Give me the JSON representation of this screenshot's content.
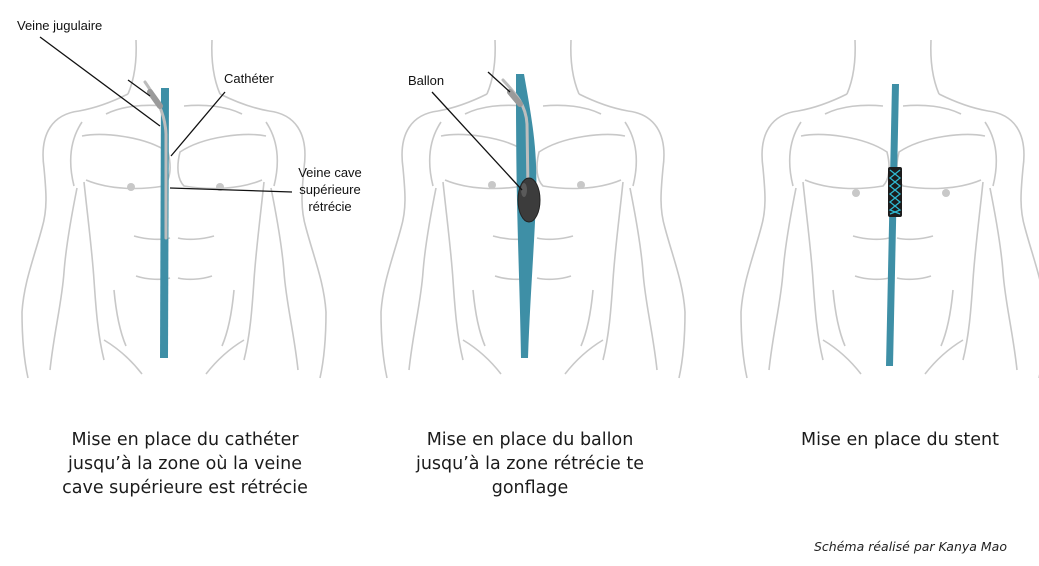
{
  "panels": [
    {
      "caption_lines": [
        "Mise en place du cathéter",
        "jusqu’à la zone où la veine",
        "cave supérieure est rétrécie"
      ],
      "labels": {
        "jugular": "Veine jugulaire",
        "catheter": "Cathéter",
        "vena_cava_lines": [
          "Veine cave",
          "supérieure",
          "rétrécie"
        ]
      }
    },
    {
      "caption_lines": [
        "Mise en place du ballon",
        "jusqu’à la zone rétrécie te",
        "gonflage"
      ],
      "labels": {
        "balloon": "Ballon"
      }
    },
    {
      "caption_lines": [
        "Mise en place du stent"
      ],
      "labels": {}
    }
  ],
  "credit": "Schéma réalisé par Kanya Mao",
  "colors": {
    "vein": "#3e8fa6",
    "body_outline": "#c8c8c8",
    "catheter": "#bdbdbd",
    "balloon": "#3c3c3c",
    "stent_mesh": "#2fb7d0"
  }
}
